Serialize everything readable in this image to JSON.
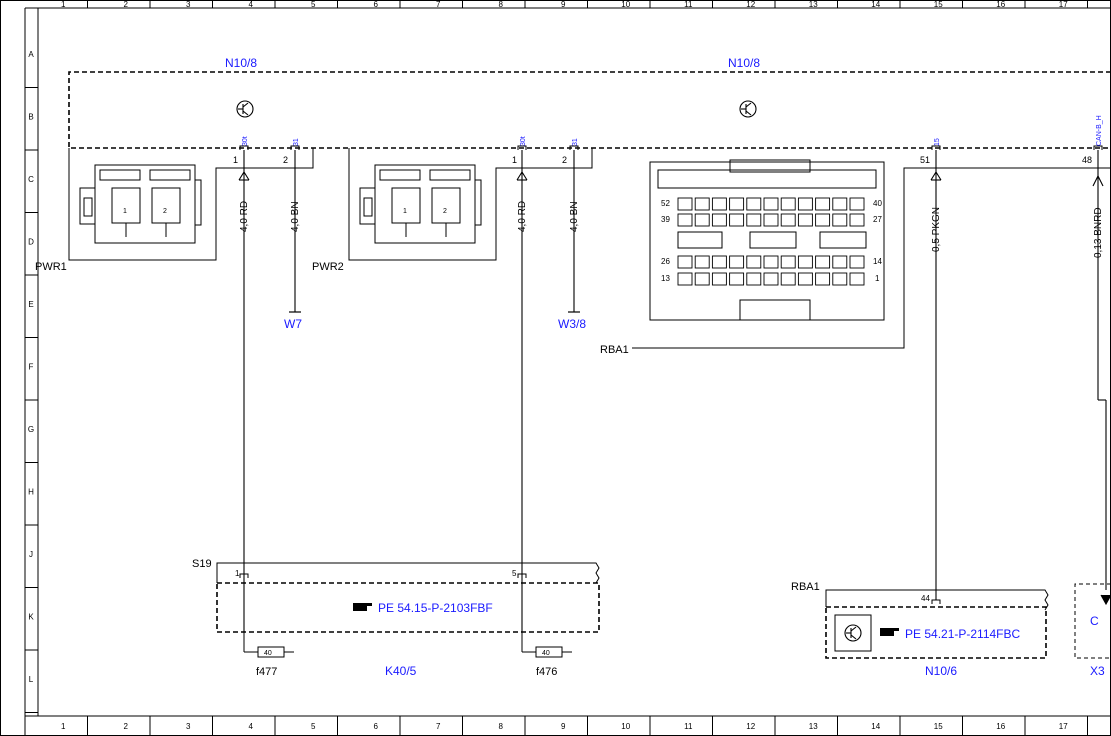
{
  "columns": [
    "1",
    "2",
    "3",
    "4",
    "5",
    "6",
    "7",
    "8",
    "9",
    "10",
    "11",
    "12",
    "13",
    "14",
    "15",
    "16",
    "17"
  ],
  "rows": [
    "A",
    "B",
    "C",
    "D",
    "E",
    "F",
    "G",
    "H",
    "J",
    "K",
    "L"
  ],
  "modules": {
    "n10_8_left": "N10/8",
    "n10_8_right": "N10/8"
  },
  "connectors": {
    "pwr1": "PWR1",
    "pwr2": "PWR2",
    "rba1_top": "RBA1",
    "rba1_bottom": "RBA1",
    "s19": "S19"
  },
  "pins": {
    "pwr1_pin1": "1",
    "pwr1_pin2": "2",
    "pwr2_pin1": "1",
    "pwr2_pin2": "2",
    "rba1_pin51": "51",
    "rba1_pin48": "48",
    "s19_pin1": "1",
    "s19_pin5": "5",
    "rba1_pin44": "44",
    "plug_a": "1",
    "plug_b": "2",
    "plug_c": "1",
    "plug_d": "2"
  },
  "terminals": {
    "t30t_a": "30t",
    "t31_a": "31",
    "t30t_b": "30t",
    "t31_b": "31",
    "t15": "15",
    "can": "CAN-B_H"
  },
  "wires": {
    "w1": "4,0 RD",
    "w2": "4,0 BN",
    "w3": "4,0 RD",
    "w4": "4,0 BN",
    "w5": "0,5 PKGN",
    "w6": "0,13 BNRD"
  },
  "grounds": {
    "g1": "W7",
    "g2": "W3/8"
  },
  "rba_pins": {
    "p52": "52",
    "p40": "40",
    "p39": "39",
    "p27": "27",
    "p26": "26",
    "p14": "14",
    "p13": "13",
    "p1": "1"
  },
  "references": {
    "ref1": "PE 54.15-P-2103FBF",
    "ref2": "PE 54.21-P-2114FBC",
    "ref3": "C"
  },
  "fuses": {
    "f477": "f477",
    "f476": "f476",
    "fuse_val_a": "40",
    "fuse_val_b": "40"
  },
  "bottom_labels": {
    "k40_5": "K40/5",
    "n10_6": "N10/6",
    "x3": "X3"
  },
  "colors": {
    "link": "#1a1aff",
    "line": "#000000"
  }
}
